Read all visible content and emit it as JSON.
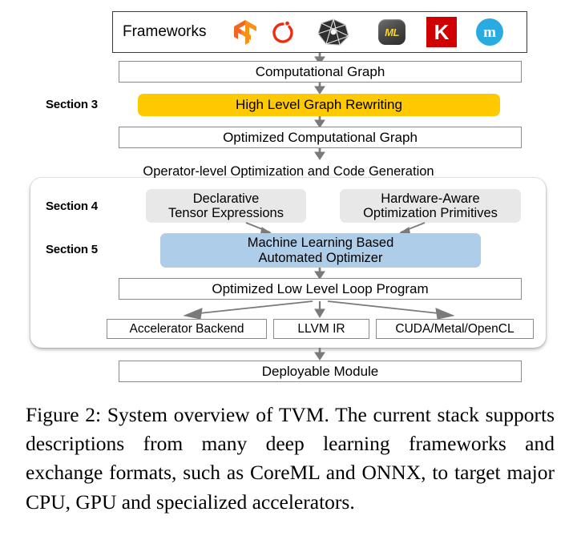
{
  "figure": {
    "frameworks_row": {
      "label": "Frameworks",
      "icons": [
        {
          "name": "tensorflow-icon",
          "alt": "TensorFlow"
        },
        {
          "name": "pytorch-icon",
          "alt": "PyTorch"
        },
        {
          "name": "onnx-icon",
          "alt": "ONNX"
        },
        {
          "name": "coreml-icon",
          "alt": "CoreML",
          "text": "ML"
        },
        {
          "name": "keras-icon",
          "alt": "Keras",
          "text": "K"
        },
        {
          "name": "mxnet-icon",
          "alt": "MXNet",
          "text": "m"
        }
      ]
    },
    "nodes": {
      "computational_graph": "Computational Graph",
      "high_level_graph_rewriting": "High Level Graph Rewriting",
      "optimized_computational_graph": "Optimized Computational Graph",
      "operator_level_label": "Operator-level Optimization and Code Generation",
      "declarative_tensor_expressions": "Declarative\nTensor Expressions",
      "hardware_aware_optimization_primitives": "Hardware-Aware\nOptimization Primitives",
      "ml_based_automated_optimizer": "Machine Learning Based\nAutomated Optimizer",
      "optimized_low_level_loop_program": "Optimized Low Level Loop Program",
      "accelerator_backend": "Accelerator Backend",
      "llvm_ir": "LLVM IR",
      "cuda_metal_opencl": "CUDA/Metal/OpenCL",
      "deployable_module": "Deployable Module"
    },
    "section_labels": {
      "section3": "Section 3",
      "section4": "Section 4",
      "section5": "Section 5"
    },
    "colors": {
      "highlight_yellow": "#ffc900",
      "optimizer_blue": "#aecde8",
      "node_gray": "#e8e8e8",
      "border_gray": "#8a8a8a",
      "arrow_gray": "#707070"
    }
  },
  "caption": {
    "text": "Figure 2: System overview of TVM. The current stack supports descriptions from many deep learning frameworks and exchange formats, such as CoreML and ONNX, to target major CPU, GPU and specialized accelerators."
  }
}
